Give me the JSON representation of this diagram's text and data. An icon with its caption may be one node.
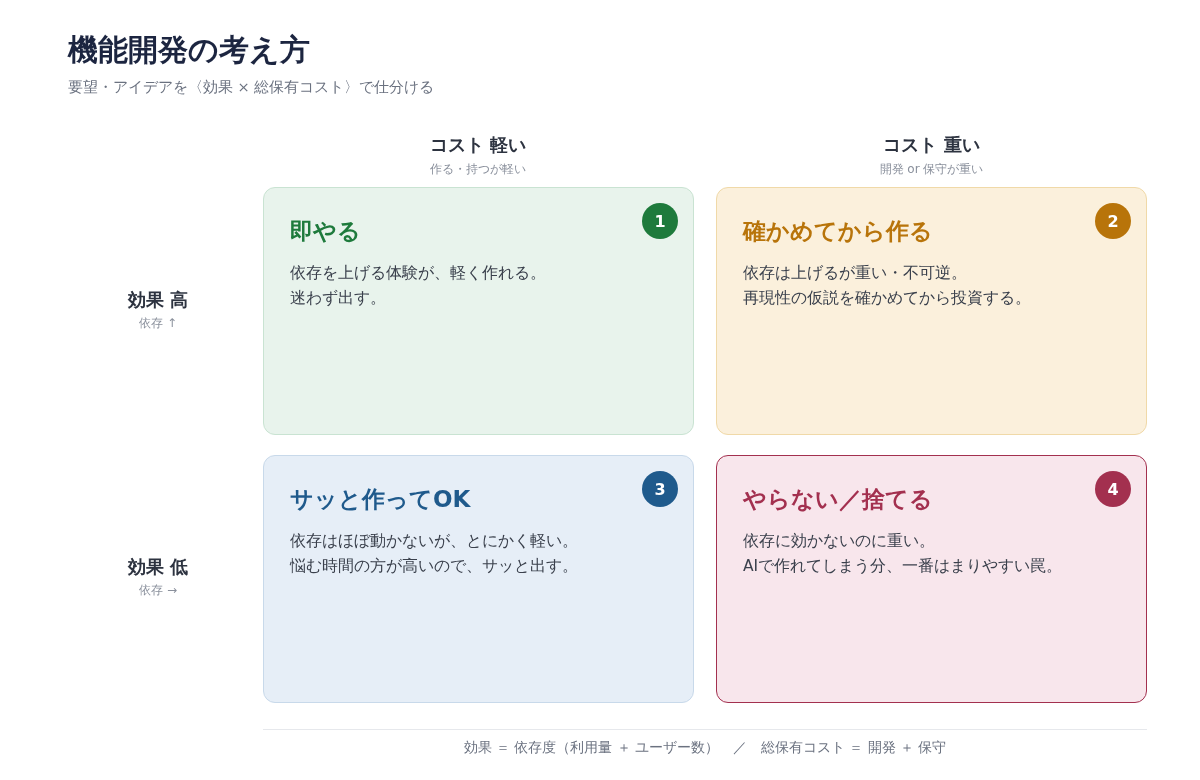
{
  "diagram": {
    "title": "機能開発の考え方",
    "nodes": [
      {
        "text": [
          "即やる",
          "依存を上げる体験が、軽く作れる。",
          "迷わず出す。"
        ]
      },
      {
        "text": [
          "1"
        ],
        "in": 0
      },
      {
        "text": [
          "確かめてから作る",
          "依存は上げるが重い・不可逆。",
          "再現性の仮説を確かめてから投資する。"
        ]
      },
      {
        "text": [
          "2"
        ],
        "in": 2
      },
      {
        "text": [
          "サッと作ってOK",
          "依存はほぼ動かないが、とにかく軽い。",
          "悩む時間の方が高いので、サッと出す。"
        ]
      },
      {
        "text": [
          "3"
        ],
        "in": 4
      },
      {
        "text": [
          "やらない／捨てる",
          "依存に効かないのに重い。",
          "AIで作れてしまう分、一番はまりやすい罠。"
        ]
      },
      {
        "text": [
          "4"
        ],
        "in": 6
      }
    ],
    "labels": [
      "要望・アイデアを〈効果 × 総保有コスト〉で仕分ける",
      "コスト 軽い",
      "作る・持つが軽い",
      "コスト 重い",
      "開発 or 保守が重い",
      "効果 高",
      "依存 ↑",
      "効果 低",
      "依存 →",
      "効果 ＝ 依存度（利用量 ＋ ユーザー数）　／　総保有コスト ＝ 開発 ＋ 保守"
    ]
  }
}
